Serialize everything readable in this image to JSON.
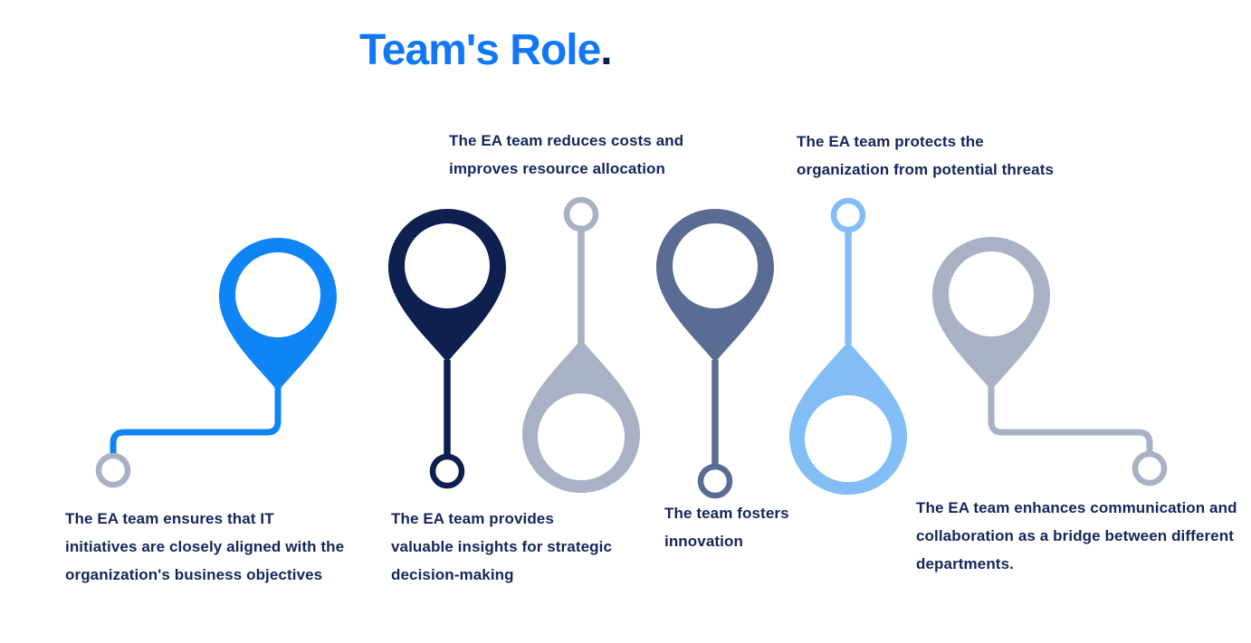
{
  "title": {
    "text": "Team's Role",
    "period": "."
  },
  "colors": {
    "title_blue": "#1177F3",
    "period_navy": "#0D2050",
    "label_navy": "#13265C",
    "pin_blue": "#0E84F5",
    "pin_navy": "#0D2050",
    "pin_gray": "#A9B1C4",
    "pin_slate": "#5A6B94",
    "pin_light_blue": "#82BEF5",
    "ring_gray": "#A9B1C4"
  },
  "pins": [
    {
      "name": "business-alignment",
      "direction": "down",
      "color": "#0E84F5",
      "ring_color": "#A9B1C4",
      "label": "The EA team ensures that IT\ninitiatives are closely aligned with the\norganization's business objectives"
    },
    {
      "name": "strategic-insights",
      "direction": "down",
      "color": "#0D2050",
      "ring_color": "#0D2050",
      "label": "The EA team provides\nvaluable insights for strategic\ndecision-making"
    },
    {
      "name": "cost-reduction",
      "direction": "up",
      "color": "#A9B1C4",
      "ring_color": "#A9B1C4",
      "label": "The EA team reduces costs and\nimproves resource allocation"
    },
    {
      "name": "innovation",
      "direction": "down",
      "color": "#5A6B94",
      "ring_color": "#5A6B94",
      "label": "The team fosters\ninnovation"
    },
    {
      "name": "threat-protection",
      "direction": "up",
      "color": "#82BEF5",
      "ring_color": "#82BEF5",
      "label": "The EA team protects the\norganization from potential threats"
    },
    {
      "name": "communication-bridge",
      "direction": "down",
      "color": "#A9B1C4",
      "ring_color": "#A9B1C4",
      "label": "The EA team enhances communication and\ncollaboration as a bridge between different\ndepartments."
    }
  ]
}
